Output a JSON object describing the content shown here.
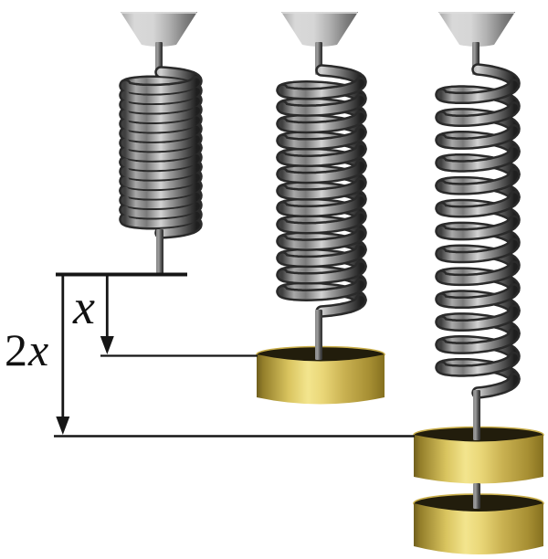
{
  "diagram": {
    "type": "hooke-law-spring-extension",
    "description": "Three identical springs hang from conical supports: unloaded spring, spring with one disk mass stretched by x, spring with two disk masses stretched by 2x",
    "springs": [
      {
        "id": "spring-unloaded",
        "masses": 0,
        "extension_label": ""
      },
      {
        "id": "spring-one-mass",
        "masses": 1,
        "extension_label": "x"
      },
      {
        "id": "spring-two-masses",
        "masses": 2,
        "extension_label": "2x"
      }
    ]
  },
  "labels": {
    "x": "x",
    "two_x_digit": "2",
    "two_x_var": "x"
  },
  "colors": {
    "background": "#ffffff",
    "line": "#161616",
    "support_light": "#d8d8d8",
    "support_dark": "#646464",
    "metal_highlight": "#d2d2d2",
    "metal_shadow": "#2a2a2a",
    "rod_light": "#9a9a9a",
    "rod_dark": "#333333",
    "gold_bright": "#f3e58e",
    "gold_mid": "#d9c45f",
    "gold_dark": "#6f5e1e",
    "mass_top_dark": "#221d0c",
    "mass_rim_gold": "#c9ae4a"
  }
}
